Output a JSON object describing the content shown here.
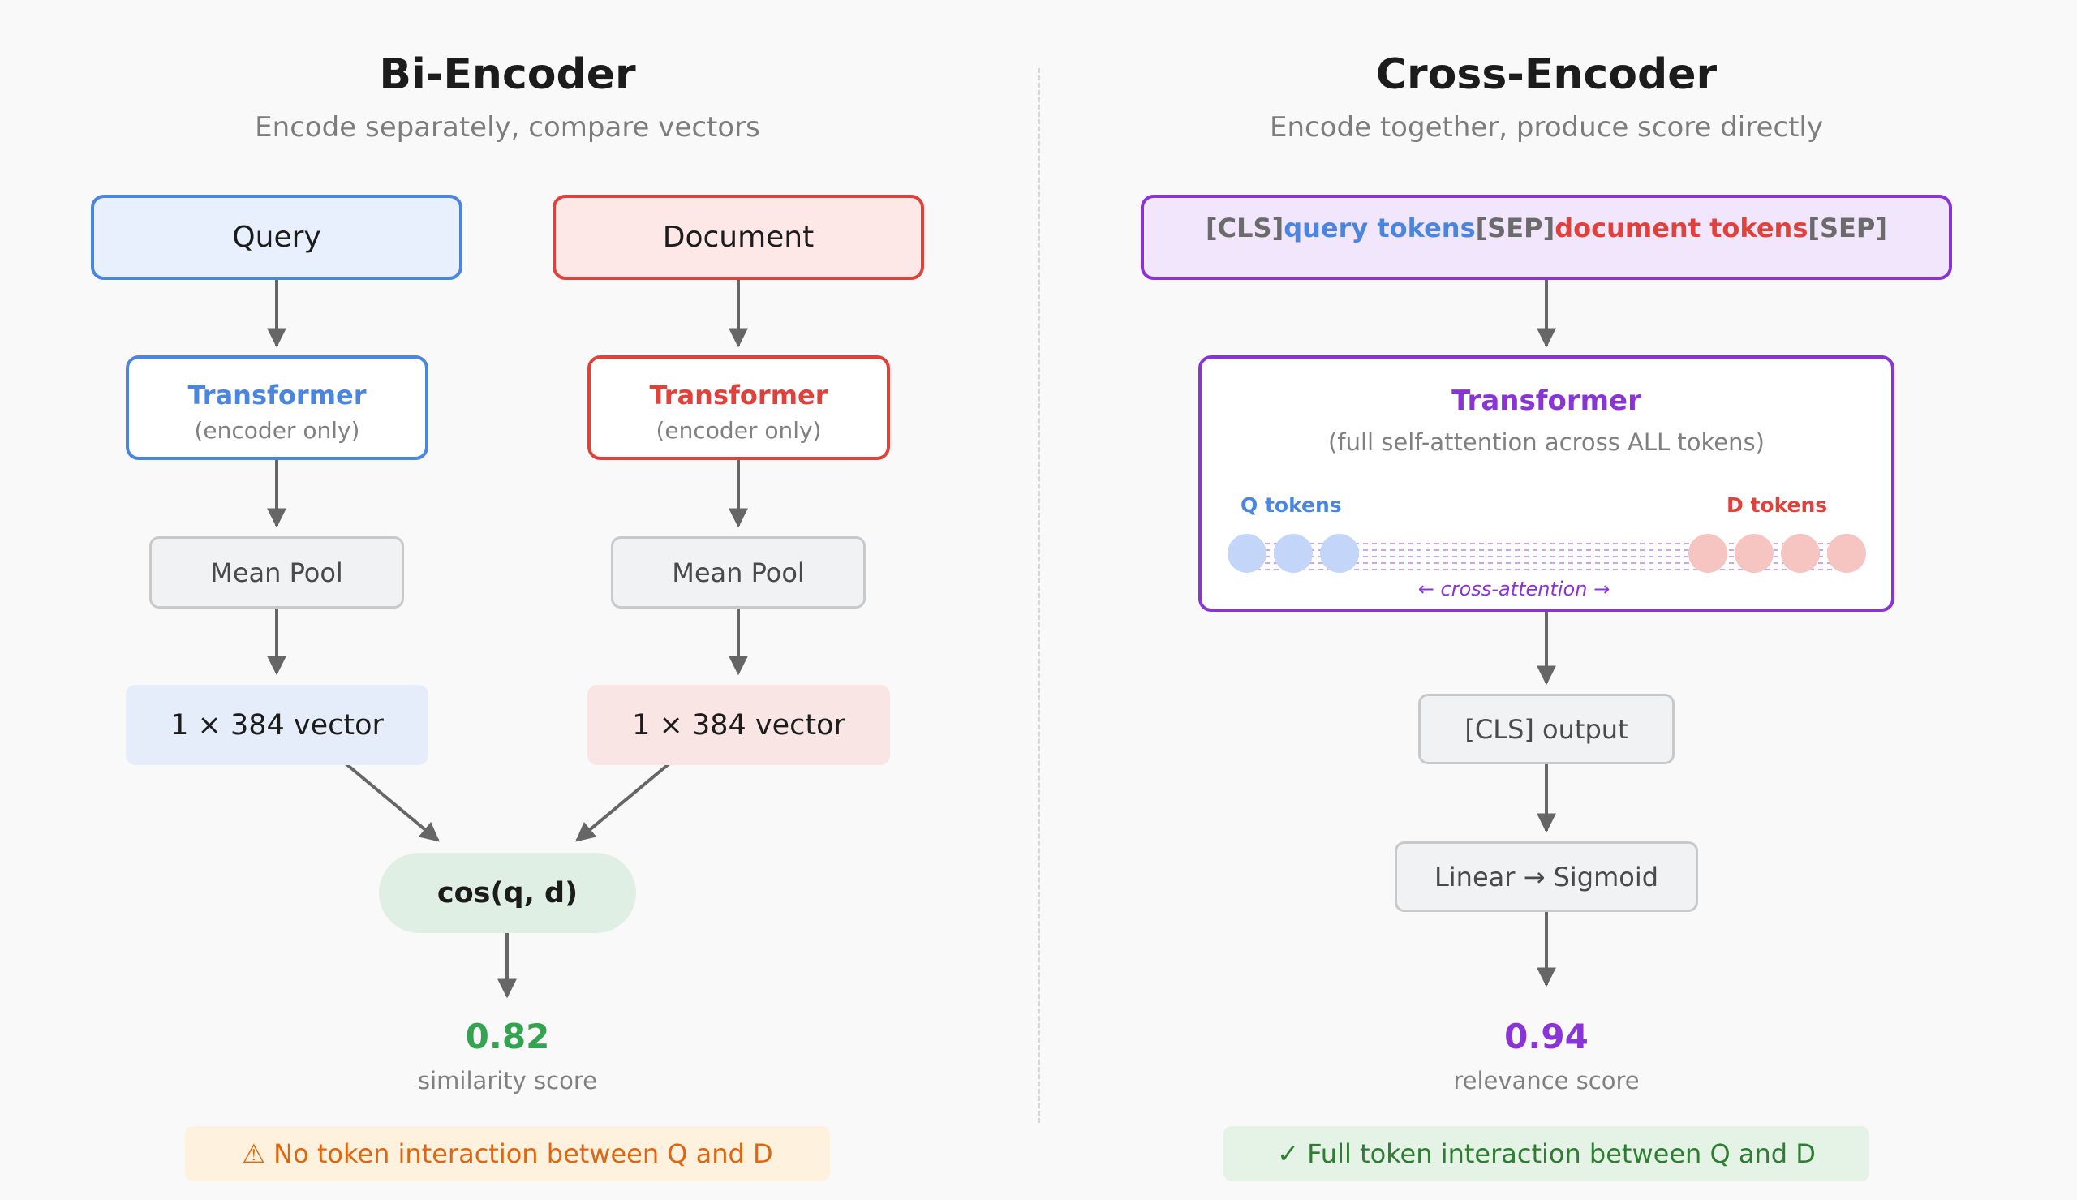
{
  "bi_encoder": {
    "title": "Bi-Encoder",
    "subtitle": "Encode separately, compare vectors",
    "query_label": "Query",
    "document_label": "Document",
    "transformer_label": "Transformer",
    "transformer_sub": "(encoder only)",
    "pool_label": "Mean Pool",
    "vector_label": "1 × 384 vector",
    "similarity_fn": "cos(q, d)",
    "score": "0.82",
    "score_label": "similarity score",
    "note": "⚠ No token interaction between Q and D"
  },
  "cross_encoder": {
    "title": "Cross-Encoder",
    "subtitle": "Encode together, produce score directly",
    "input_tokens": {
      "cls": "[CLS]",
      "query": "query tokens",
      "sep1": "[SEP]",
      "document": "document tokens",
      "sep2": "[SEP]"
    },
    "transformer_label": "Transformer",
    "transformer_sub": "(full self-attention across ALL tokens)",
    "q_tokens_label": "Q tokens",
    "d_tokens_label": "D tokens",
    "q_token_count": 3,
    "d_token_count": 4,
    "cross_attention_label": "← cross-attention →",
    "cls_output_label": "[CLS] output",
    "head_label": "Linear → Sigmoid",
    "score": "0.94",
    "score_label": "relevance score",
    "note": "✓ Full token interaction between Q and D"
  },
  "colors": {
    "query_blue": "#4a86e0",
    "document_red": "#e0413a",
    "cross_purple": "#8a34d6",
    "score_green": "#33a34f",
    "arrow_gray": "#666666"
  }
}
